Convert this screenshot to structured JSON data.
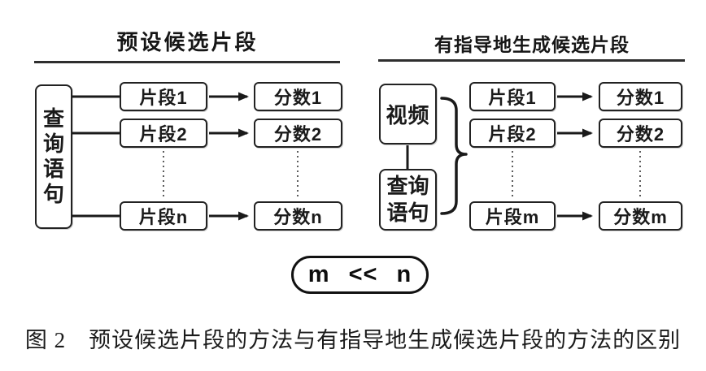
{
  "colors": {
    "ink": "#1a1a1a",
    "box_border": "#222222",
    "rule": "#2e2e2e",
    "dashed_line": "#4a4a4a",
    "background": "#ffffff"
  },
  "left_panel": {
    "title": "预设候选片段",
    "query_label": "查询语句",
    "segments": [
      "片段1",
      "片段2",
      "片段n"
    ],
    "scores": [
      "分数1",
      "分数2",
      "分数n"
    ]
  },
  "right_panel": {
    "title": "有指导地生成候选片段",
    "video_label": "视频",
    "query_label": "查询语句",
    "segments": [
      "片段1",
      "片段2",
      "片段m"
    ],
    "scores": [
      "分数1",
      "分数2",
      "分数m"
    ]
  },
  "comparison_label": "m << n",
  "caption": "图 2　预设候选片段的方法与有指导地生成候选片段的方法的区别"
}
